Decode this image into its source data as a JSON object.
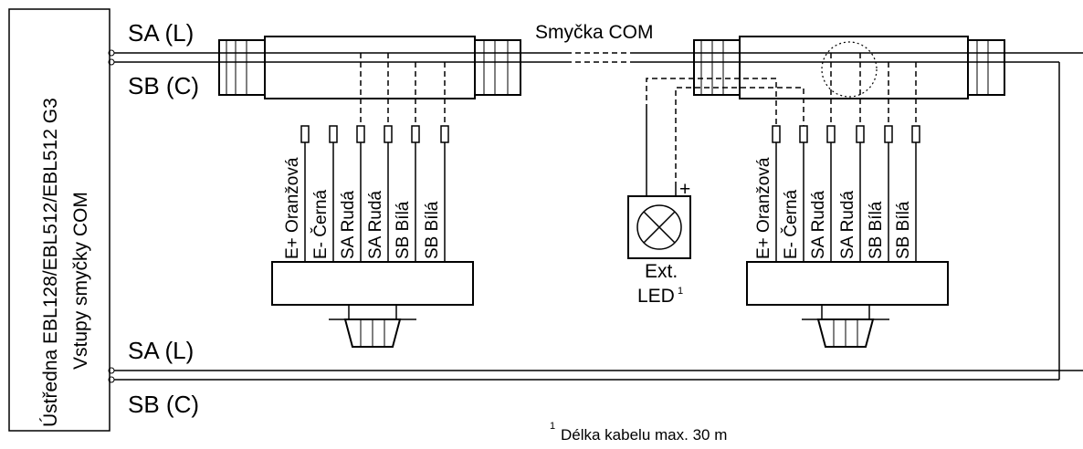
{
  "panel": {
    "title_line1": "Ústředna EBL128/EBL512/EBL512 G3",
    "title_line2": "Vstupy smyčky COM"
  },
  "lines": {
    "sa_top": "SA (L)",
    "sb_top": "SB (C)",
    "sa_bottom": "SA (L)",
    "sb_bottom": "SB (C)",
    "loop_label": "Smyčka COM"
  },
  "detector_left": {
    "wires": [
      "E+ Oranžová",
      "E- Černá",
      "SA Rudá",
      "SA Rudá",
      "SB Bílá",
      "SB Bílá"
    ]
  },
  "detector_right": {
    "wires": [
      "E+ Oranžová",
      "E- Černá",
      "SA Rudá",
      "SA Rudá",
      "SB Bílá",
      "SB Bílá"
    ]
  },
  "ext_led": {
    "line1": "Ext.",
    "line2": "LED",
    "footnote_mark": "1",
    "plus": "+"
  },
  "footnote": {
    "mark": "1",
    "text": "Délka kabelu max. 30 m"
  }
}
